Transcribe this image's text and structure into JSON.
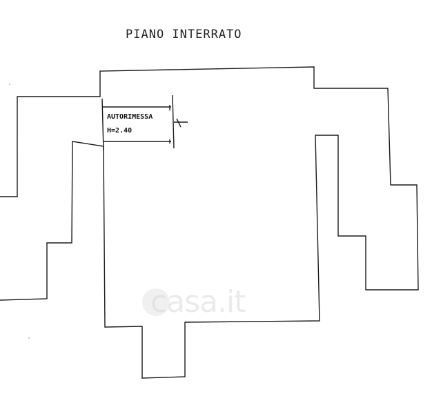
{
  "plan": {
    "title": "PIANO INTERRATO",
    "room": {
      "name": "AUTORIMESSA",
      "height": "H=2.40"
    },
    "watermark": "casa.it"
  }
}
